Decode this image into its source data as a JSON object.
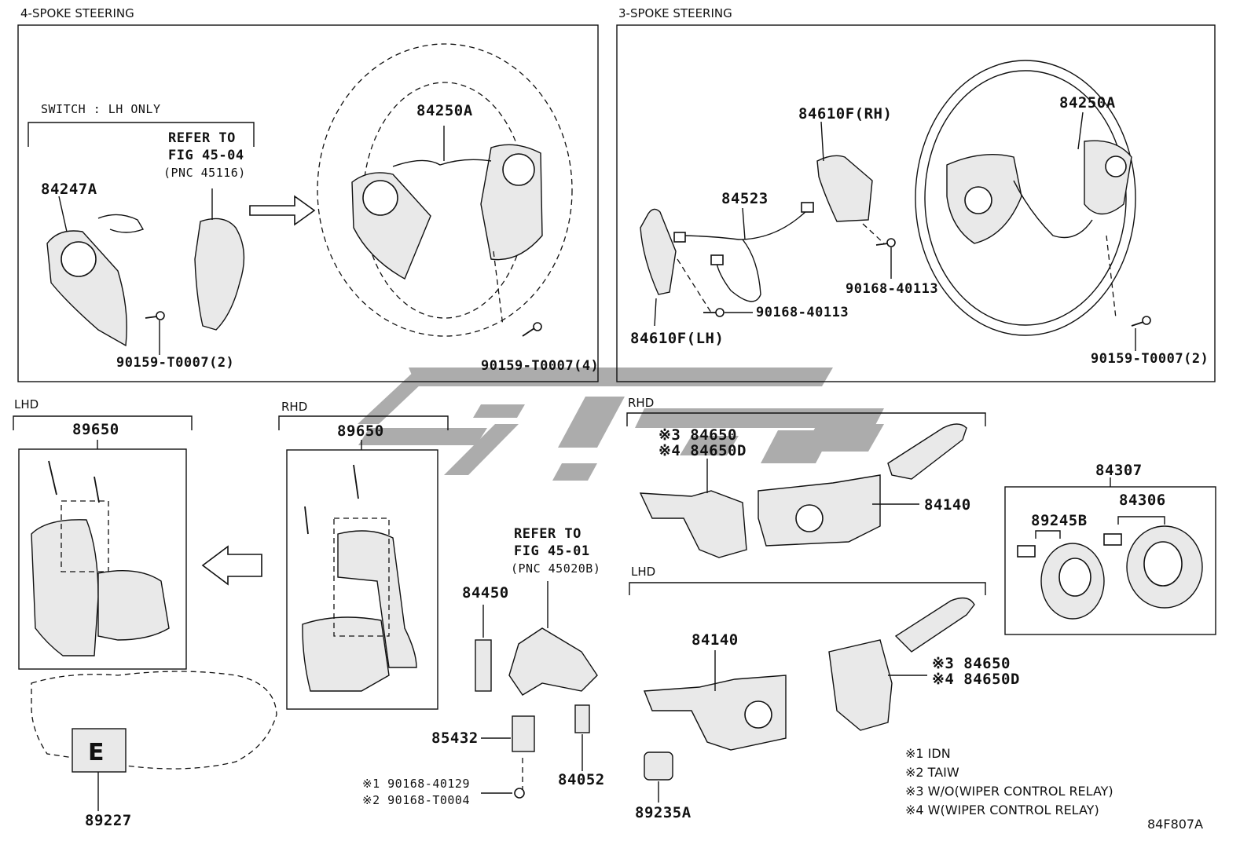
{
  "sections": {
    "four_spoke": "4-SPOKE STEERING",
    "three_spoke": "3-SPOKE STEERING",
    "lhd_top": "LHD",
    "rhd_top": "RHD",
    "rhd_right": "RHD",
    "lhd_right": "LHD"
  },
  "notes": {
    "switch_lh_only": "SWITCH : LH ONLY",
    "refer_45_04": [
      "REFER TO",
      "FIG 45-04",
      "(PNC 45116)"
    ],
    "refer_45_01": [
      "REFER TO",
      "FIG 45-01",
      "(PNC 45020B)"
    ]
  },
  "parts": {
    "p84247A": "84247A",
    "p84250A_l": "84250A",
    "p90159_2_l": "90159-T0007(2)",
    "p90159_4": "90159-T0007(4)",
    "p84610F_rh": "84610F(RH)",
    "p84250A_r": "84250A",
    "p84523": "84523",
    "p90168_40113_a": "90168-40113",
    "p90168_40113_b": "90168-40113",
    "p84610F_lh": "84610F(LH)",
    "p90159_2_r": "90159-T0007(2)",
    "p89650_l": "89650",
    "p89650_r": "89650",
    "p89227": "89227",
    "p84450": "84450",
    "p85432": "85432",
    "p84052": "84052",
    "p90168_40129": "※1 90168-40129",
    "p90168_T0004": "※2 90168-T0004",
    "p84650_a": "※3 84650",
    "p84650D_a": "※4 84650D",
    "p84140_a": "84140",
    "p84140_b": "84140",
    "p84650_b": "※3 84650",
    "p84650D_b": "※4 84650D",
    "p89235A": "89235A",
    "p84307": "84307",
    "p89245B": "89245B",
    "p84306": "84306"
  },
  "legend": [
    "※1 IDN",
    "※2 TAIW",
    "※3 W/O(WIPER CONTROL RELAY)",
    "※4 W(WIPER CONTROL RELAY)"
  ],
  "figure_code": "84F807A",
  "colors": {
    "line": "#111111",
    "watermark": "#9a9a9a",
    "background": "#ffffff"
  }
}
